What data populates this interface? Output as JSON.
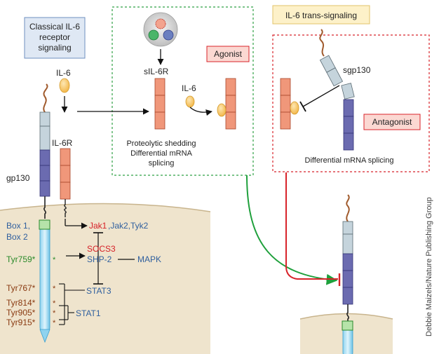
{
  "boxes": {
    "classical": [
      "Classical IL-6",
      "receptor",
      "signaling"
    ],
    "trans": "IL-6 trans-signaling",
    "agonist": "Agonist",
    "antagonist": "Antagonist"
  },
  "labels": {
    "il6_top": "IL-6",
    "il6r": "IL-6R",
    "gp130": "gp130",
    "sil6r": "sIL-6R",
    "il6_mid": "IL-6",
    "shedding": [
      "Proteolytic shedding",
      "Differential mRNA",
      "splicing"
    ],
    "sgp130": "sgp130",
    "splicing_right": "Differential mRNA splicing",
    "credit": "Debbie Maizels/Nature Publishing Group"
  },
  "signaling": {
    "box1": "Box 1,",
    "box2": "Box 2",
    "jak1": "Jak1",
    "jaks": ",Jak2,Tyk2",
    "socs3": "SOCS3",
    "shp2": "SHP-2",
    "mapk": "MAPK",
    "stat3": "STAT3",
    "stat1": "STAT1",
    "tyr": [
      "Tyr759*",
      "Tyr767*",
      "Tyr814*",
      "Tyr905*",
      "Tyr915*"
    ],
    "star": "*"
  },
  "colors": {
    "receptor_orange": "#f0977a",
    "gp130_purple": "#6b6bb0",
    "gp130_grey": "#c5d4dc",
    "ligand": "#f7c56a",
    "membrane": "#efe4cd",
    "green_arrow": "#1fa03c",
    "red_arrow": "#d8232a",
    "blue_text": "#2f5f9e",
    "red_text": "#d62027",
    "green_text": "#2a8a2a",
    "brown_text": "#8a3b12"
  }
}
